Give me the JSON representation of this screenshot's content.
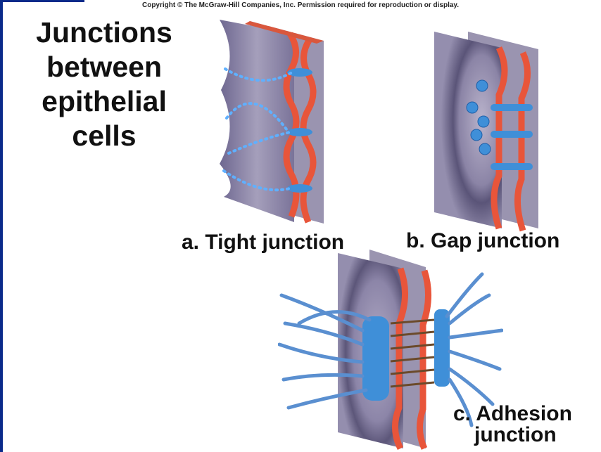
{
  "copyright": "Copyright © The McGraw-Hill Companies, Inc. Permission required for reproduction or display.",
  "title": [
    "Junctions",
    "between",
    "epithelial",
    "cells"
  ],
  "labels": {
    "a": "a.  Tight junction",
    "b": "b.  Gap junction",
    "c_line1": "c.  Adhesion",
    "c_line2": "junction"
  },
  "colors": {
    "membrane": "#e8553a",
    "cell_face": "#8e87a8",
    "protein": "#3f8fd8",
    "filament": "#5a8fd0",
    "plaque_link": "#6b4a2a"
  }
}
